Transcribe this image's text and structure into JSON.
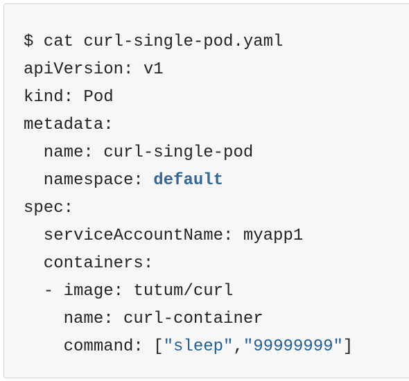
{
  "code": {
    "lines": [
      {
        "parts": [
          {
            "text": "$ cat curl-single-pod.yaml",
            "type": "plain"
          }
        ]
      },
      {
        "parts": [
          {
            "text": "apiVersion: v1",
            "type": "plain"
          }
        ]
      },
      {
        "parts": [
          {
            "text": "kind: Pod",
            "type": "plain"
          }
        ]
      },
      {
        "parts": [
          {
            "text": "metadata:",
            "type": "plain"
          }
        ]
      },
      {
        "parts": [
          {
            "text": "  name: curl-single-pod",
            "type": "plain"
          }
        ]
      },
      {
        "parts": [
          {
            "text": "  namespace: ",
            "type": "plain"
          },
          {
            "text": "default",
            "type": "kw"
          }
        ]
      },
      {
        "parts": [
          {
            "text": "spec:",
            "type": "plain"
          }
        ]
      },
      {
        "parts": [
          {
            "text": "  serviceAccountName: myapp1",
            "type": "plain"
          }
        ]
      },
      {
        "parts": [
          {
            "text": "  containers:",
            "type": "plain"
          }
        ]
      },
      {
        "parts": [
          {
            "text": "  - image: tutum/curl",
            "type": "plain"
          }
        ]
      },
      {
        "parts": [
          {
            "text": "    name: curl-container",
            "type": "plain"
          }
        ]
      },
      {
        "parts": [
          {
            "text": "    command: [",
            "type": "plain"
          },
          {
            "text": "\"sleep\"",
            "type": "str"
          },
          {
            "text": ",",
            "type": "plain"
          },
          {
            "text": "\"99999999\"",
            "type": "str"
          },
          {
            "text": "]",
            "type": "plain"
          }
        ]
      }
    ]
  },
  "colors": {
    "panel_background": "#f7f7f7",
    "panel_border": "#d4d4d4",
    "text": "#222222",
    "keyword": "#336699",
    "string": "#1f5f99"
  }
}
